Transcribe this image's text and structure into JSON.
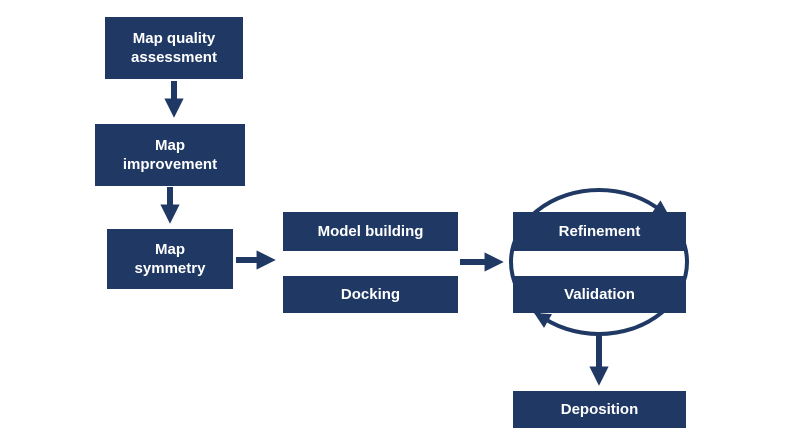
{
  "diagram": {
    "background_color": "#FFFFFF",
    "box_fill_color": "#1F3864",
    "arrow_color": "#1F3864",
    "text_color": "#FFFFFF"
  },
  "nodes": {
    "map_quality": {
      "label": "Map quality\nassessment"
    },
    "map_improvement": {
      "label": "Map\nimprovement"
    },
    "map_symmetry": {
      "label": "Map\nsymmetry"
    },
    "model_building": {
      "label": "Model building"
    },
    "docking": {
      "label": "Docking"
    },
    "refinement": {
      "label": "Refinement"
    },
    "validation": {
      "label": "Validation"
    },
    "deposition": {
      "label": "Deposition"
    }
  }
}
